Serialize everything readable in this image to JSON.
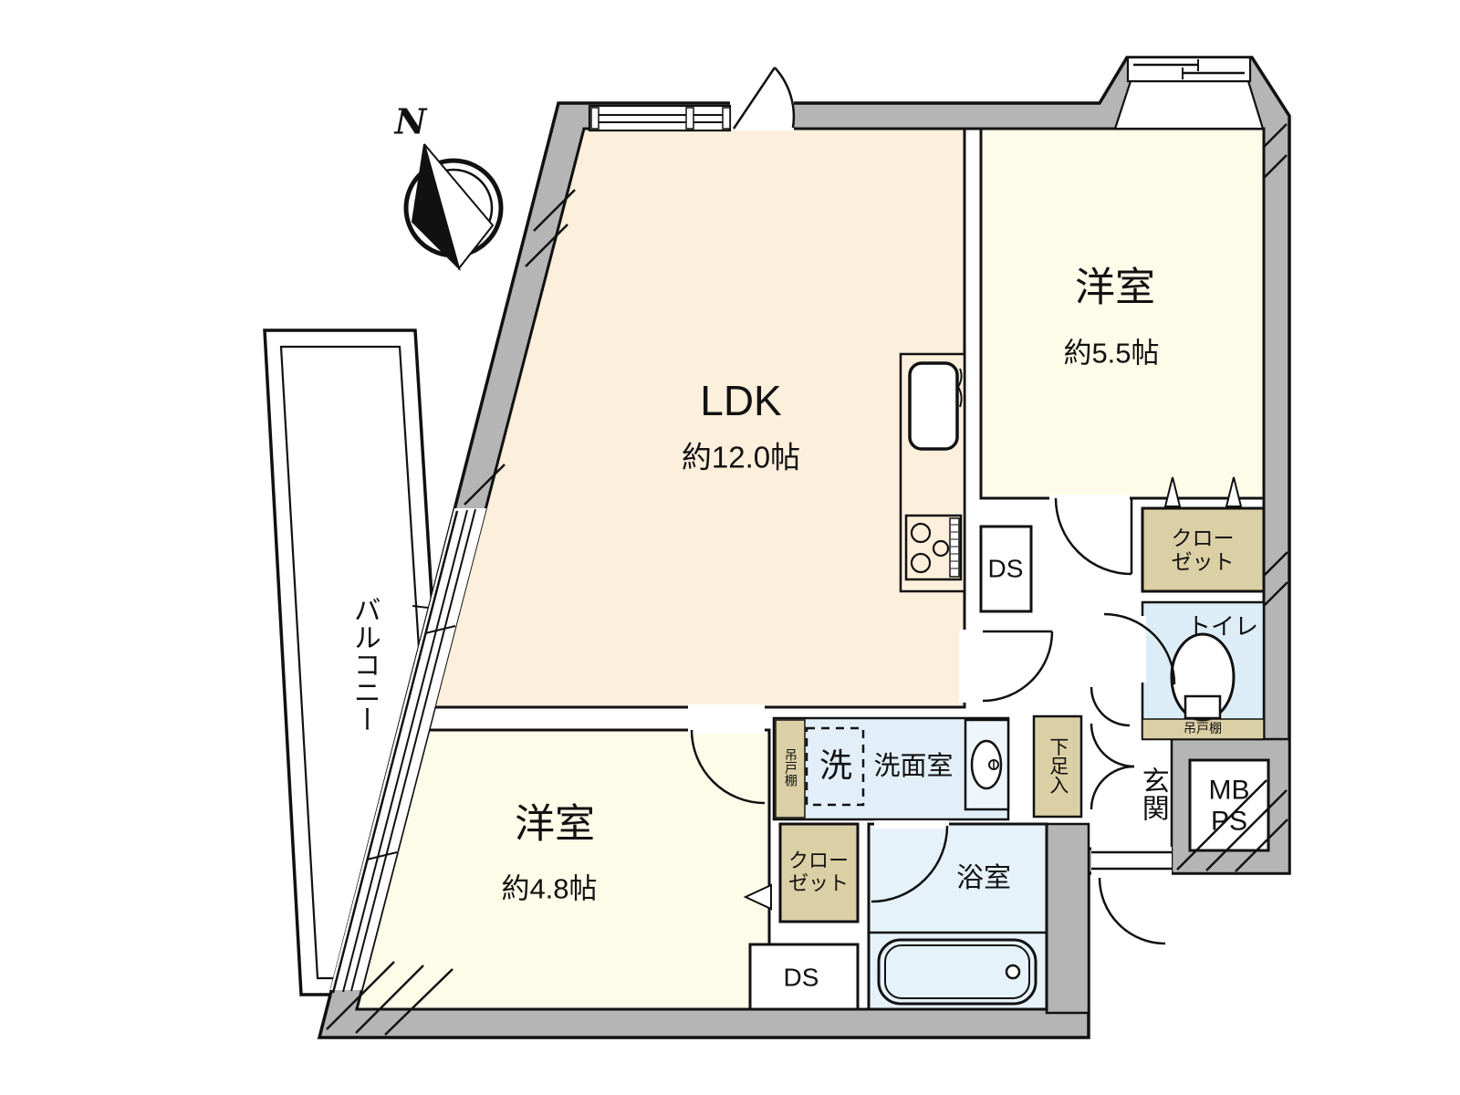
{
  "floorplan": {
    "compass": {
      "north_label": "N"
    },
    "rooms": {
      "ldk": {
        "label": "LDK",
        "size": "約12.0帖"
      },
      "bedroom_upper": {
        "label": "洋室",
        "size": "約5.5帖"
      },
      "bedroom_lower": {
        "label": "洋室",
        "size": "約4.8帖"
      },
      "balcony": {
        "label": "バルコニー"
      },
      "laundry": {
        "label": "洗"
      },
      "washroom": {
        "label": "洗面室"
      },
      "bathroom": {
        "label": "浴室"
      },
      "toilet": {
        "label": "トイレ"
      },
      "entrance": {
        "label": "玄関"
      },
      "closet_upper": {
        "label_line1": "クロー",
        "label_line2": "ゼット"
      },
      "closet_lower": {
        "label_line1": "クロー",
        "label_line2": "ゼット"
      },
      "shoe_cabinet": {
        "label": "下足入"
      },
      "cupboard_washroom": {
        "label": "吊戸棚"
      },
      "cupboard_toilet": {
        "label": "吊戸棚"
      },
      "duct_space_kitchen": {
        "label": "DS"
      },
      "duct_space_lower": {
        "label": "DS"
      },
      "meter_pipe_space": {
        "label_line1": "MB",
        "label_line2": "PS"
      }
    },
    "colors": {
      "wall_gray": "#b5b5b5",
      "ldk_fill": "#fcefdc",
      "bedroom_fill": "#fdfce9",
      "closet_fill": "#dbcfa5",
      "water_fill": "#e2eff8",
      "vanity_fill": "#eef6fb",
      "line": "#111111"
    }
  }
}
